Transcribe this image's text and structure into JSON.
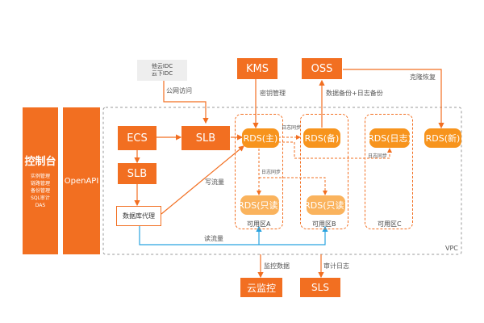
{
  "console": {
    "title": "控制台",
    "items": [
      "实例管理",
      "链路管理",
      "备份管理",
      "SQL审计",
      "DAS"
    ]
  },
  "openapi": "OpenAPI",
  "external_dc": {
    "line1": "他云IDC",
    "line2": "云下IDC"
  },
  "nodes": {
    "kms": "KMS",
    "oss": "OSS",
    "ecs": "ECS",
    "slb_front": "SLB",
    "slb_mid": "SLB",
    "db_proxy": "数据库代理",
    "rds_primary": "RDS(主)",
    "rds_backup": "RDS(备)",
    "rds_log": "RDS(日志)",
    "rds_new": "RDS(新)",
    "rds_ro_a": "RDS(只读)",
    "rds_ro_b": "RDS(只读)",
    "monitor": "云监控",
    "sls": "SLS"
  },
  "zones": {
    "a": "可用区A",
    "b": "可用区B",
    "c": "可用区C"
  },
  "vpc_label": "VPC",
  "edge_labels": {
    "public_access": "公网访问",
    "key_mgmt": "密钥管理",
    "backup": "数据备份+日志备份",
    "clone": "克隆恢复",
    "log_sync": "日志同步",
    "log_sync2": "日志同步",
    "log_sync3": "日志同步",
    "write_flow": "写流量",
    "read_flow": "读流量",
    "monitor_data": "监控数据",
    "audit_log": "审计日志"
  },
  "colors": {
    "orange": "#f26f21",
    "orange_light": "#f7941d",
    "blue": "#29a3e0",
    "gray": "#888888"
  }
}
